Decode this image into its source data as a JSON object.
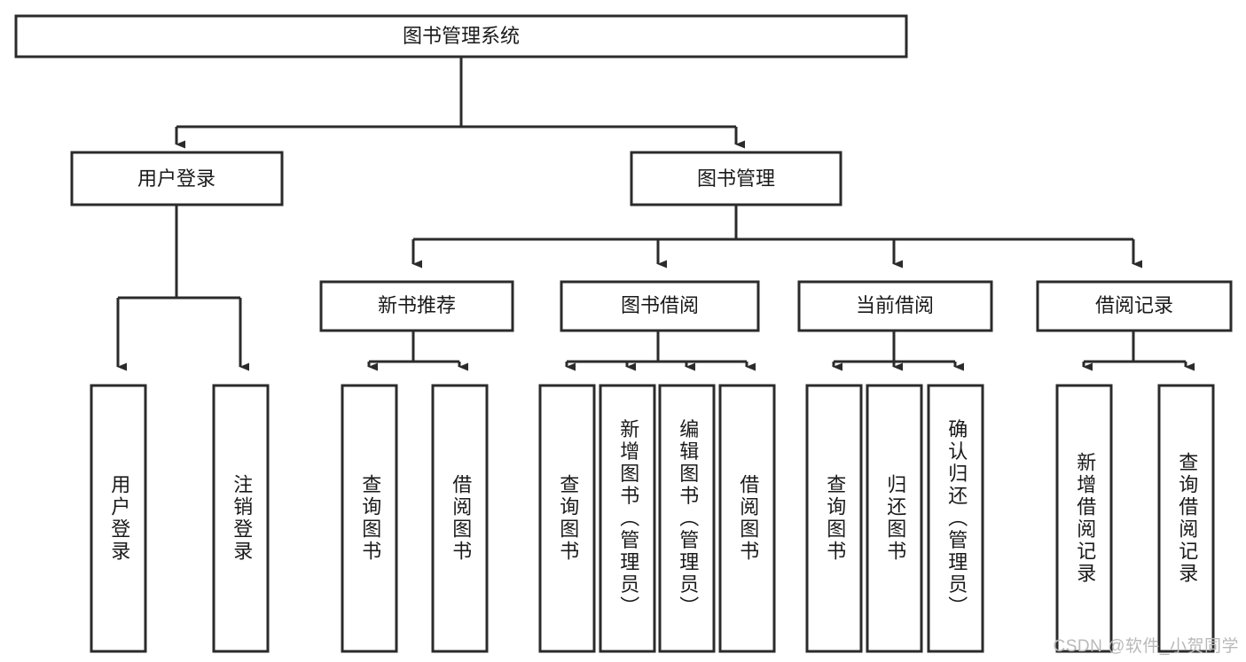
{
  "diagram": {
    "title": "图书管理系统",
    "type": "tree-hierarchy",
    "orientation": "top-down",
    "watermark": "CSDN @软件_小贺同学",
    "colors": {
      "box_fill": "#ffffff",
      "box_stroke": "#2b2b2b",
      "text": "#1a1a1a",
      "background": "#ffffff",
      "watermark": "#b9b9b9"
    },
    "root": {
      "label": "图书管理系统",
      "orientation": "horizontal"
    },
    "level2": [
      {
        "label": "用户登录",
        "orientation": "horizontal"
      },
      {
        "label": "图书管理",
        "orientation": "horizontal"
      }
    ],
    "level3": [
      {
        "label": "新书推荐",
        "orientation": "horizontal",
        "parent": "图书管理"
      },
      {
        "label": "图书借阅",
        "orientation": "horizontal",
        "parent": "图书管理"
      },
      {
        "label": "当前借阅",
        "orientation": "horizontal",
        "parent": "图书管理"
      },
      {
        "label": "借阅记录",
        "orientation": "horizontal",
        "parent": "图书管理"
      }
    ],
    "leaves": {
      "用户登录": [
        {
          "label": "用户登录",
          "orientation": "vertical"
        },
        {
          "label": "注销登录",
          "orientation": "vertical"
        }
      ],
      "新书推荐": [
        {
          "label": "查询图书",
          "orientation": "vertical"
        },
        {
          "label": "借阅图书",
          "orientation": "vertical"
        }
      ],
      "图书借阅": [
        {
          "label": "查询图书",
          "orientation": "vertical"
        },
        {
          "label": "新增图书（管理员）",
          "orientation": "vertical"
        },
        {
          "label": "编辑图书（管理员）",
          "orientation": "vertical"
        },
        {
          "label": "借阅图书",
          "orientation": "vertical"
        }
      ],
      "当前借阅": [
        {
          "label": "查询图书",
          "orientation": "vertical"
        },
        {
          "label": "归还图书",
          "orientation": "vertical"
        },
        {
          "label": "确认归还（管理员）",
          "orientation": "vertical"
        }
      ],
      "借阅记录": [
        {
          "label": "新增借阅记录",
          "orientation": "vertical"
        },
        {
          "label": "查询借阅记录",
          "orientation": "vertical"
        }
      ]
    }
  }
}
